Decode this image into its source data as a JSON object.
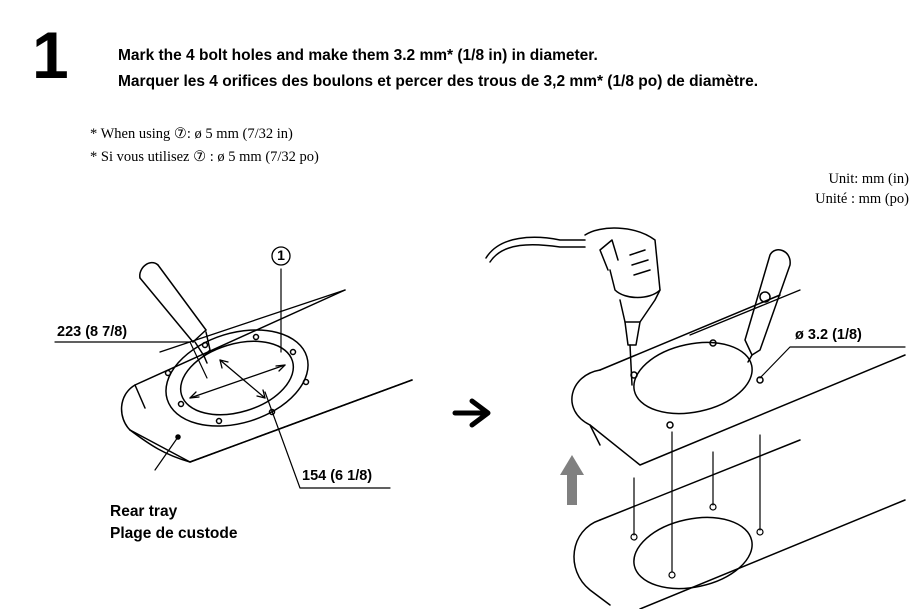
{
  "step": {
    "number": "1"
  },
  "instructions": {
    "en": "Mark the 4 bolt holes and make them 3.2 mm* (1/8 in) in diameter.",
    "fr": "Marquer les 4 orifices des boulons et percer des trous de 3,2 mm* (1/8 po) de diamètre."
  },
  "notes": {
    "en": "* When using ⑦: ø 5 mm (7/32 in)",
    "fr": "* Si vous utilisez ⑦ : ø 5 mm (7/32 po)"
  },
  "unit": {
    "en": "Unit: mm (in)",
    "fr": "Unité : mm (po)"
  },
  "diagram": {
    "part_callout": "1",
    "dimension_width": "223 (8 7/8)",
    "dimension_height": "154 (6 1/8)",
    "hole_diameter": "ø 3.2 (1/8)",
    "tray_label_en": "Rear tray",
    "tray_label_fr": "Plage de custode"
  },
  "icons": [
    "arrow-right-icon",
    "arrow-up-icon",
    "drill-icon",
    "cutter-knife-icon",
    "marker-pen-icon"
  ]
}
